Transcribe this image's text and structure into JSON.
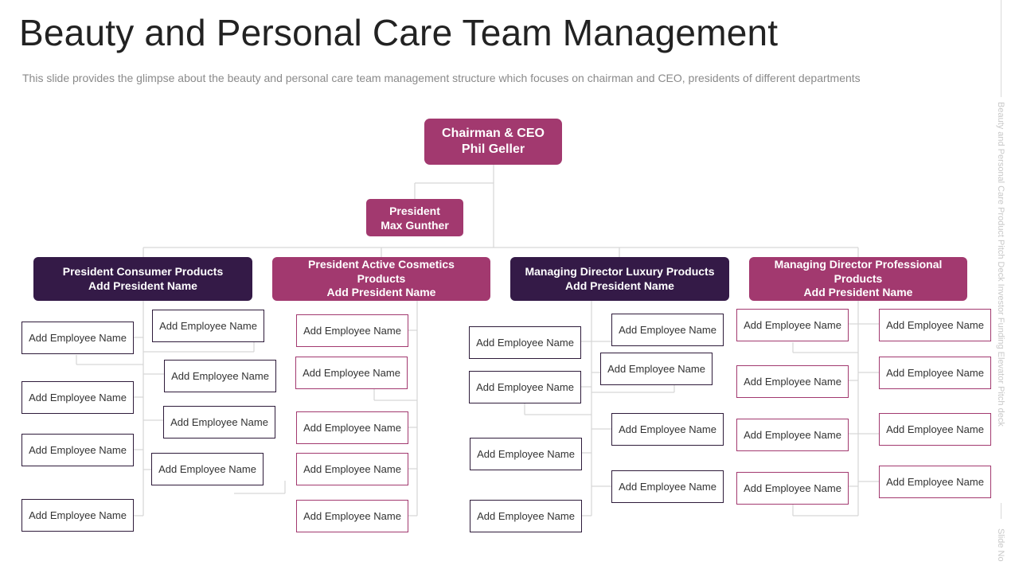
{
  "title": "Beauty and Personal Care Team Management",
  "subtitle": "This slide provides the glimpse about the beauty and personal care team management structure which focuses on chairman and CEO, presidents of different departments",
  "side_text": "Beauty and Personal Care Product Pitch Deck Investor Funding Elevator Pitch deck",
  "slide_no": "Slide No",
  "colors": {
    "dark": "#341a47",
    "pink": "#a2396f",
    "connector": "#d6d6d6"
  },
  "ceo": {
    "role": "Chairman & CEO",
    "name": "Phil Geller"
  },
  "president": {
    "role": "President",
    "name": "Max Gunther"
  },
  "departments": [
    {
      "line1": "President Consumer Products",
      "line2": "Add  President Name",
      "line3": ""
    },
    {
      "line1": "President Active Cosmetics",
      "line2": "Products",
      "line3": "Add  President Name"
    },
    {
      "line1": "Managing Director Luxury Products",
      "line2": "Add  President Name",
      "line3": ""
    },
    {
      "line1": "Managing Director Professional",
      "line2": "Products",
      "line3": "Add  President Name"
    }
  ],
  "employee_label": "Add Employee Name"
}
